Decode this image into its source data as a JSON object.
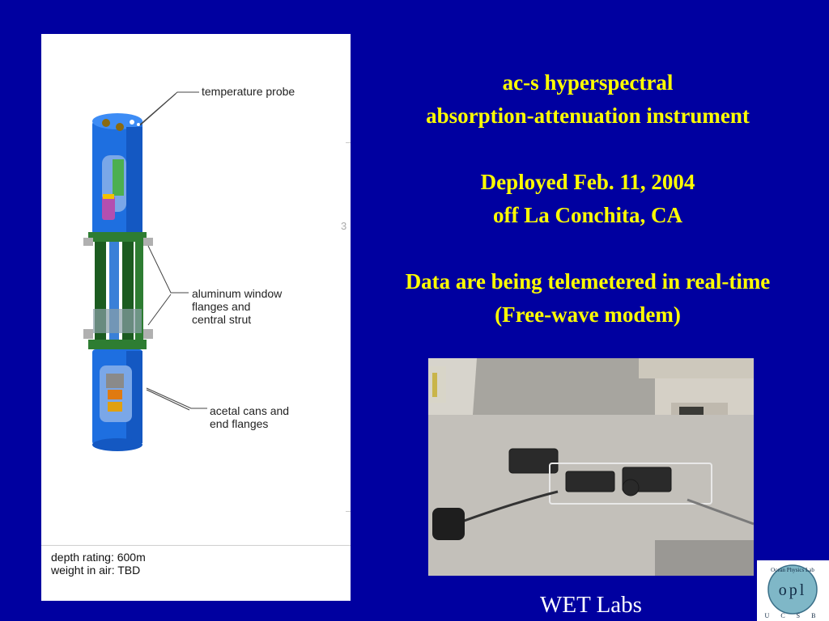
{
  "title": {
    "line1": "ac-s hyperspectral",
    "line2": "absorption-attenuation instrument",
    "line3": "Deployed Feb. 11, 2004",
    "line4": "off La Conchita, CA",
    "line5": "Data are being telemetered in real-time",
    "line6": "(Free-wave modem)"
  },
  "diagram": {
    "callouts": {
      "temperature_probe": "temperature probe",
      "window_line1": "aluminum window",
      "window_line2": "flanges and",
      "window_line3": "central strut",
      "acetal_line1": "acetal cans and",
      "acetal_line2": "end flanges"
    },
    "specs": {
      "depth": "depth rating:  600m",
      "weight": "weight in air:  TBD"
    },
    "edge_number": "3"
  },
  "credit": "WET Labs",
  "logo": {
    "arc_text": "Ocean Physics Lab",
    "letters": "opl",
    "bottom": "U C S B"
  },
  "colors": {
    "background": "#0000a0",
    "title": "#ffff00",
    "instrument_blue": "#1e73e8",
    "strut_green": "#2e7d32"
  }
}
